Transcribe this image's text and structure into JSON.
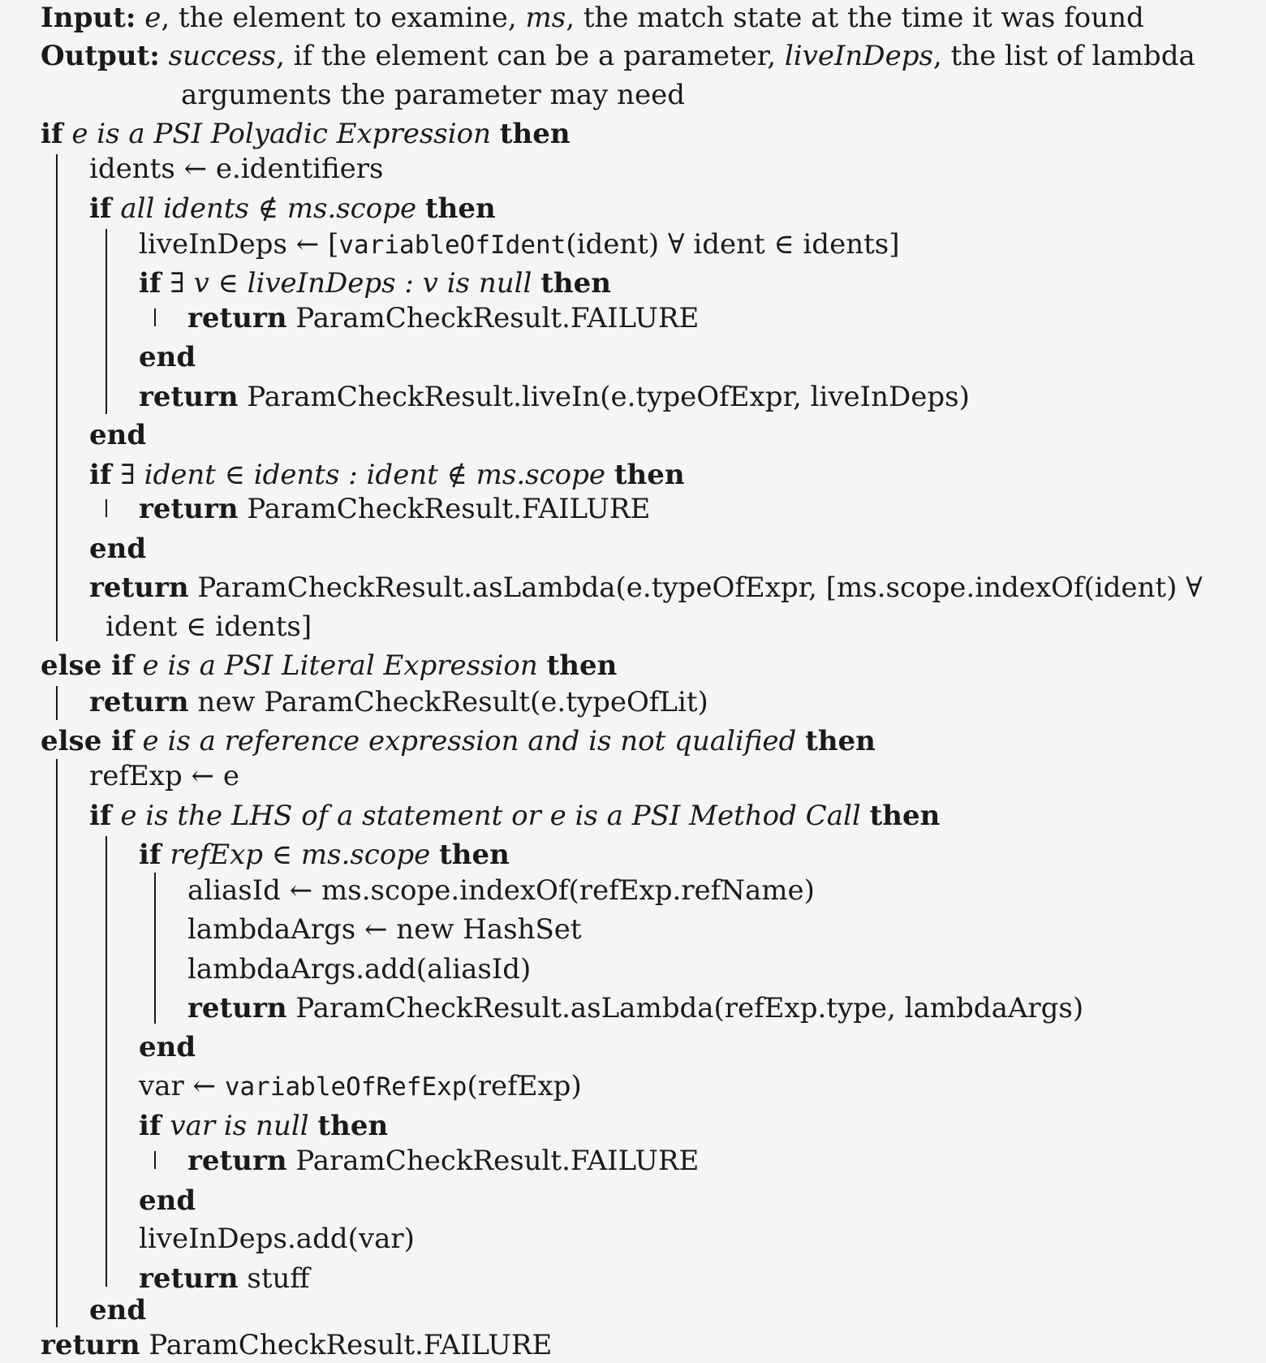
{
  "algorithm": {
    "lines": [
      {
        "id": "l0",
        "segments": [
          {
            "s": "kw",
            "t": "Input:"
          },
          {
            "s": "",
            "t": " "
          },
          {
            "s": "it",
            "t": "e"
          },
          {
            "s": "",
            "t": ", the element to examine, "
          },
          {
            "s": "it",
            "t": "ms"
          },
          {
            "s": "",
            "t": ", the match state at the time it was found"
          }
        ]
      },
      {
        "id": "l1",
        "segments": [
          {
            "s": "kw",
            "t": "Output:"
          },
          {
            "s": "",
            "t": " "
          },
          {
            "s": "it",
            "t": "success"
          },
          {
            "s": "",
            "t": ", if the element can be a parameter, "
          },
          {
            "s": "it",
            "t": "liveInDeps"
          },
          {
            "s": "",
            "t": ", the list of lambda"
          }
        ]
      },
      {
        "id": "l2",
        "segments": [
          {
            "s": "",
            "t": "arguments the parameter may need"
          }
        ]
      },
      {
        "id": "l3",
        "segments": [
          {
            "s": "kw",
            "t": "if"
          },
          {
            "s": "",
            "t": " "
          },
          {
            "s": "it",
            "t": "e is a PSI Polyadic Expression"
          },
          {
            "s": "",
            "t": " "
          },
          {
            "s": "kw",
            "t": "then"
          }
        ]
      },
      {
        "id": "l4",
        "segments": [
          {
            "s": "",
            "t": "idents ← e.identifiers"
          }
        ]
      },
      {
        "id": "l5",
        "segments": [
          {
            "s": "kw",
            "t": "if"
          },
          {
            "s": "",
            "t": " "
          },
          {
            "s": "it",
            "t": "all idents ∉ ms.scope"
          },
          {
            "s": "",
            "t": " "
          },
          {
            "s": "kw",
            "t": "then"
          }
        ]
      },
      {
        "id": "l6",
        "segments": [
          {
            "s": "",
            "t": "liveInDeps ← ["
          },
          {
            "s": "tt",
            "t": "variableOfIdent"
          },
          {
            "s": "",
            "t": "(ident) ∀ ident ∈ idents]"
          }
        ]
      },
      {
        "id": "l7",
        "segments": [
          {
            "s": "kw",
            "t": "if"
          },
          {
            "s": "",
            "t": " "
          },
          {
            "s": "it",
            "t": "∃ v ∈ liveInDeps : v is null"
          },
          {
            "s": "",
            "t": " "
          },
          {
            "s": "kw",
            "t": "then"
          }
        ]
      },
      {
        "id": "l8",
        "segments": [
          {
            "s": "kw",
            "t": "return"
          },
          {
            "s": "",
            "t": " ParamCheckResult.FAILURE"
          }
        ]
      },
      {
        "id": "l9",
        "segments": [
          {
            "s": "kw",
            "t": "end"
          }
        ]
      },
      {
        "id": "l10",
        "segments": [
          {
            "s": "kw",
            "t": "return"
          },
          {
            "s": "",
            "t": " ParamCheckResult.liveIn(e.typeOfExpr, liveInDeps)"
          }
        ]
      },
      {
        "id": "l11",
        "segments": [
          {
            "s": "kw",
            "t": "end"
          }
        ]
      },
      {
        "id": "l12",
        "segments": [
          {
            "s": "kw",
            "t": "if"
          },
          {
            "s": "",
            "t": " "
          },
          {
            "s": "it",
            "t": "∃ ident ∈ idents : ident ∉ ms.scope"
          },
          {
            "s": "",
            "t": " "
          },
          {
            "s": "kw",
            "t": "then"
          }
        ]
      },
      {
        "id": "l13",
        "segments": [
          {
            "s": "kw",
            "t": "return"
          },
          {
            "s": "",
            "t": " ParamCheckResult.FAILURE"
          }
        ]
      },
      {
        "id": "l14",
        "segments": [
          {
            "s": "kw",
            "t": "end"
          }
        ]
      },
      {
        "id": "l15",
        "segments": [
          {
            "s": "kw",
            "t": "return"
          },
          {
            "s": "",
            "t": " ParamCheckResult.asLambda(e.typeOfExpr, [ms.scope.indexOf(ident) ∀"
          }
        ]
      },
      {
        "id": "l16",
        "segments": [
          {
            "s": "",
            "t": "ident ∈ idents]"
          }
        ]
      },
      {
        "id": "l17",
        "segments": [
          {
            "s": "kw",
            "t": "else if"
          },
          {
            "s": "",
            "t": " "
          },
          {
            "s": "it",
            "t": "e is a PSI Literal Expression"
          },
          {
            "s": "",
            "t": " "
          },
          {
            "s": "kw",
            "t": "then"
          }
        ]
      },
      {
        "id": "l18",
        "segments": [
          {
            "s": "kw",
            "t": "return"
          },
          {
            "s": "",
            "t": " new ParamCheckResult(e.typeOfLit)"
          }
        ]
      },
      {
        "id": "l19",
        "segments": [
          {
            "s": "kw",
            "t": "else if"
          },
          {
            "s": "",
            "t": " "
          },
          {
            "s": "it",
            "t": "e is a reference expression and is not qualified"
          },
          {
            "s": "",
            "t": " "
          },
          {
            "s": "kw",
            "t": "then"
          }
        ]
      },
      {
        "id": "l20",
        "segments": [
          {
            "s": "",
            "t": "refExp ← e"
          }
        ]
      },
      {
        "id": "l21",
        "segments": [
          {
            "s": "kw",
            "t": "if"
          },
          {
            "s": "",
            "t": " "
          },
          {
            "s": "it",
            "t": "e is the LHS of a statement or e is a PSI Method Call"
          },
          {
            "s": "",
            "t": " "
          },
          {
            "s": "kw",
            "t": "then"
          }
        ]
      },
      {
        "id": "l22",
        "segments": [
          {
            "s": "kw",
            "t": "if"
          },
          {
            "s": "",
            "t": " "
          },
          {
            "s": "it",
            "t": "refExp ∈ ms.scope"
          },
          {
            "s": "",
            "t": " "
          },
          {
            "s": "kw",
            "t": "then"
          }
        ]
      },
      {
        "id": "l23",
        "segments": [
          {
            "s": "",
            "t": "aliasId ← ms.scope.indexOf(refExp.refName)"
          }
        ]
      },
      {
        "id": "l24",
        "segments": [
          {
            "s": "",
            "t": "lambdaArgs ← new HashSet"
          }
        ]
      },
      {
        "id": "l25",
        "segments": [
          {
            "s": "",
            "t": "lambdaArgs.add(aliasId)"
          }
        ]
      },
      {
        "id": "l26",
        "segments": [
          {
            "s": "kw",
            "t": "return"
          },
          {
            "s": "",
            "t": " ParamCheckResult.asLambda(refExp.type, lambdaArgs)"
          }
        ]
      },
      {
        "id": "l27",
        "segments": [
          {
            "s": "kw",
            "t": "end"
          }
        ]
      },
      {
        "id": "l28",
        "segments": [
          {
            "s": "",
            "t": "var ← "
          },
          {
            "s": "tt",
            "t": "variableOfRefExp"
          },
          {
            "s": "",
            "t": "(refExp)"
          }
        ]
      },
      {
        "id": "l29",
        "segments": [
          {
            "s": "kw",
            "t": "if"
          },
          {
            "s": "",
            "t": " "
          },
          {
            "s": "it",
            "t": "var is null"
          },
          {
            "s": "",
            "t": " "
          },
          {
            "s": "kw",
            "t": "then"
          }
        ]
      },
      {
        "id": "l30",
        "segments": [
          {
            "s": "kw",
            "t": "return"
          },
          {
            "s": "",
            "t": " ParamCheckResult.FAILURE"
          }
        ]
      },
      {
        "id": "l31",
        "segments": [
          {
            "s": "kw",
            "t": "end"
          }
        ]
      },
      {
        "id": "l32",
        "segments": [
          {
            "s": "",
            "t": "liveInDeps.add(var)"
          }
        ]
      },
      {
        "id": "l33",
        "segments": [
          {
            "s": "kw",
            "t": "return"
          },
          {
            "s": "",
            "t": " stuff"
          }
        ]
      },
      {
        "id": "l34",
        "segments": [
          {
            "s": "kw",
            "t": "end"
          }
        ]
      },
      {
        "id": "l35",
        "segments": [
          {
            "s": "kw",
            "t": "return"
          },
          {
            "s": "",
            "t": " ParamCheckResult.FAILURE"
          }
        ]
      }
    ]
  }
}
